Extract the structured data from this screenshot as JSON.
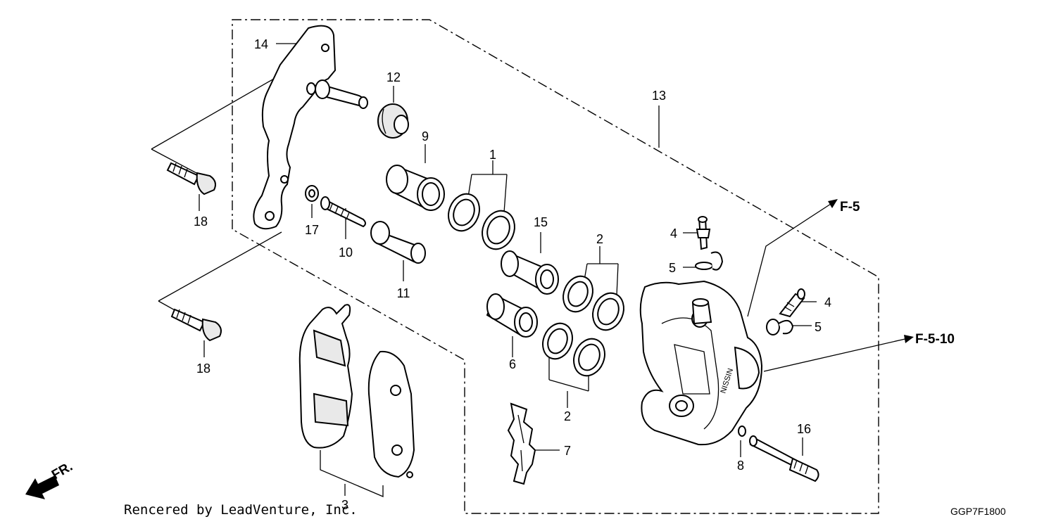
{
  "diagram": {
    "part_numbers": {
      "p1": "1",
      "p2a": "2",
      "p2b": "2",
      "p3": "3",
      "p4a": "4",
      "p4b": "4",
      "p5a": "5",
      "p5b": "5",
      "p6": "6",
      "p7": "7",
      "p8": "8",
      "p9": "9",
      "p10": "10",
      "p11": "11",
      "p12": "12",
      "p13": "13",
      "p14": "14",
      "p15": "15",
      "p16": "16",
      "p17": "17",
      "p18a": "18",
      "p18b": "18"
    },
    "references": {
      "ref1": "F-5",
      "ref2": "F-5-10"
    },
    "direction_label": "FR.",
    "caliper_brand": "NISSIN",
    "footer": {
      "credit": "Rencered by LeadVenture, Inc.",
      "diagram_code": "GGP7F1800"
    }
  }
}
